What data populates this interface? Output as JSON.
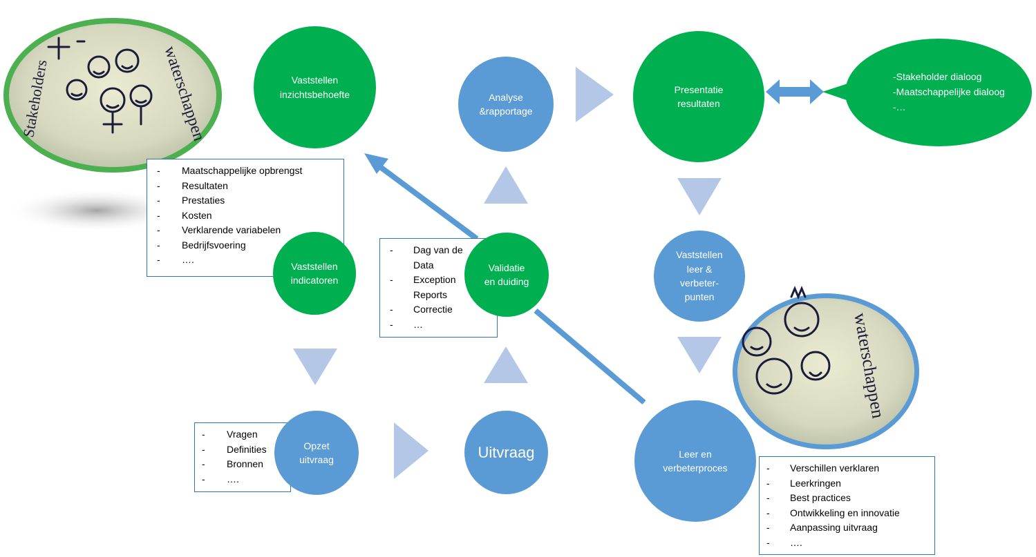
{
  "colors": {
    "green": "#00b050",
    "blue": "#5b9bd5",
    "arrow": "#b4c7e7",
    "line": "#5b9bd5"
  },
  "nodes": {
    "vaststellen_inzicht": "Vaststellen\ninzichtsbehoefte",
    "vaststellen_indicatoren": "Vaststellen\nindicatoren",
    "opzet_uitvraag": "Opzet\nuitvraag",
    "uitvraag": "Uitvraag",
    "validatie": "Validatie\nen duiding",
    "analyse": "Analyse\n&rapportage",
    "presentatie": "Presentatie\nresultaten",
    "vaststellen_leer": "Vaststellen\nleer &\nverbeter-\npunten",
    "leer_proces": "Leer en\nverbeterproces"
  },
  "lists": {
    "inzicht": [
      "Maatschappelijke opbrengst",
      "Resultaten",
      "Prestaties",
      "Kosten",
      "Verklarende variabelen",
      "Bedrijfsvoering",
      "…."
    ],
    "uitvraag": [
      "Vragen",
      "Definities",
      "Bronnen",
      "…."
    ],
    "validatie": [
      "Dag van de\nData",
      "Exception\nReports",
      "Correctie",
      "…"
    ],
    "leer": [
      "Verschillen verklaren",
      "Leerkringen",
      "Best practices",
      "Ontwikkeling en innovatie",
      "Aanpassing uitvraag",
      "…."
    ],
    "dialoog": [
      "Stakeholder dialoog",
      "Maatschappelijke dialoog",
      "…"
    ]
  },
  "list_dash": "-",
  "photo_text": {
    "stakeholders": "Stakeholders",
    "waterschappen": "waterschappen"
  }
}
